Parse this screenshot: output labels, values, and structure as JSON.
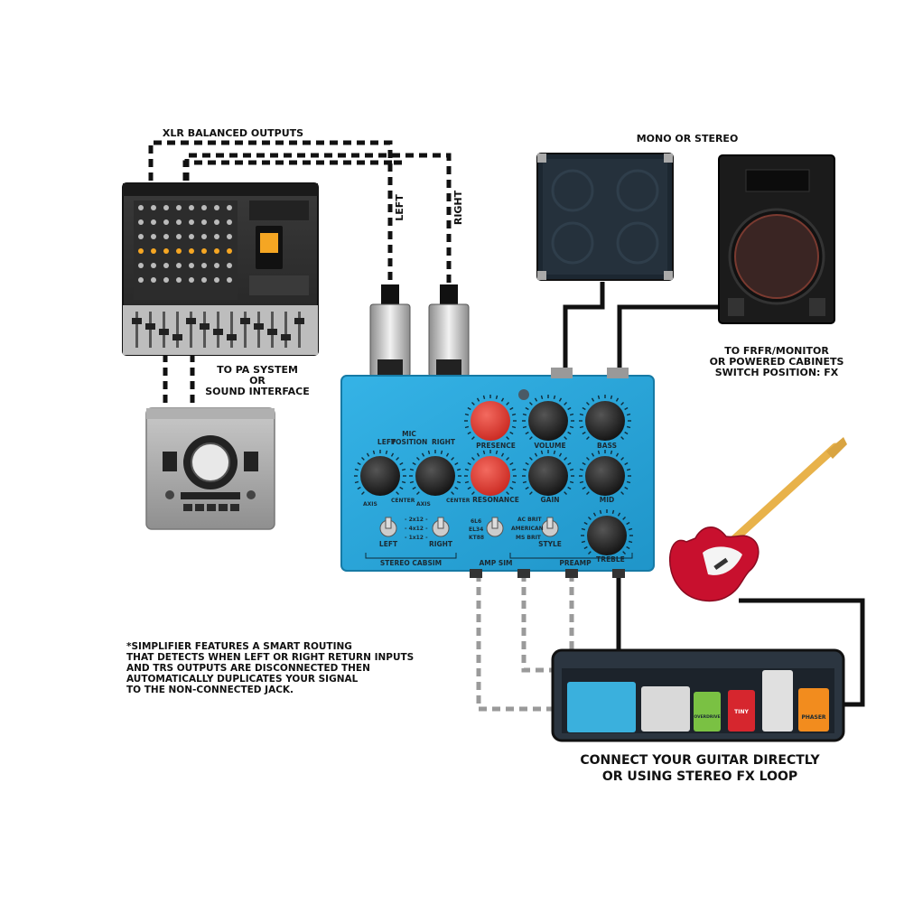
{
  "labels": {
    "xlr_outputs": "XLR BALANCED OUTPUTS",
    "left": "LEFT",
    "right": "RIGHT",
    "mono_stereo": "MONO OR STEREO",
    "pa_line1": "TO PA SYSTEM",
    "pa_line2": "OR",
    "pa_line3": "SOUND INTERFACE",
    "frfr_line1": "TO FRFR/MONITOR",
    "frfr_line2": "OR POWERED CABINETS",
    "frfr_line3": "SWITCH POSITION: FX",
    "note_line1": "*SIMPLIFIER FEATURES A SMART ROUTING",
    "note_line2": "THAT DETECTS WHEN LEFT OR RIGHT RETURN INPUTS",
    "note_line3": "AND TRS OUTPUTS ARE DISCONNECTED THEN",
    "note_line4": "AUTOMATICALLY DUPLICATES YOUR SIGNAL",
    "note_line5": "TO THE NON-CONNECTED JACK.",
    "connect_line1": "CONNECT YOUR GUITAR DIRECTLY",
    "connect_line2": "OR USING STEREO FX LOOP"
  },
  "pedal": {
    "knob_presence": "PRESENCE",
    "knob_volume": "VOLUME",
    "knob_bass": "BASS",
    "knob_resonance": "RESONANCE",
    "knob_gain": "GAIN",
    "knob_mid": "MID",
    "knob_treble": "TREBLE",
    "mic_position": "MIC",
    "position": "POSITION",
    "mic_left": "LEFT",
    "mic_right": "RIGHT",
    "axis_left": "AXIS",
    "center_left": "CENTER",
    "axis_right": "AXIS",
    "center_right": "CENTER",
    "cab_2x12": "- 2x12 -",
    "cab_4x12": "- 4x12 -",
    "cab_1x12": "- 1x12 -",
    "switch_left": "LEFT",
    "switch_right": "RIGHT",
    "tube_1": "6L6",
    "tube_2": "EL34",
    "tube_3": "KT88",
    "style_1": "AC BRIT",
    "style_2": "AMERICAN",
    "style_3": "MS BRIT",
    "switch_style": "STYLE",
    "section_cabsim": "STEREO CABSIM",
    "section_ampsim": "AMP SIM",
    "section_preamp": "PREAMP"
  },
  "fx_pedals": {
    "overdrive": "OVERDRIVE",
    "phaser": "PHASER",
    "tiny": "TINY"
  },
  "colors": {
    "pedal_body": "#2aa6dc",
    "red_knob": "#e2352f",
    "black_knob": "#1d1d1d",
    "guitar_body": "#c8102e"
  }
}
